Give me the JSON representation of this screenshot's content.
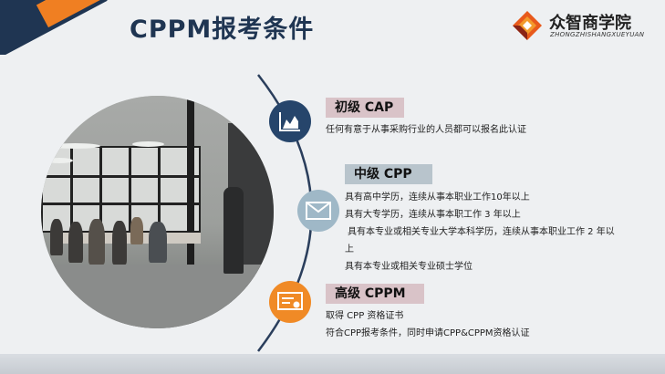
{
  "header": {
    "title": "CPPM报考条件"
  },
  "logo": {
    "name": "众智商学院",
    "subtitle": "ZHONGZHISHANGXUEYUAN"
  },
  "colors": {
    "navy": "#1f3552",
    "orange": "#f07f22",
    "light_blue": "#9fb8c7",
    "pink_tag": "#d9c3c8",
    "blue_tag": "#b8c4cc"
  },
  "sections": [
    {
      "label": "初级 CAP",
      "icon": "chart-icon",
      "lines": [
        "任何有意于从事采购行业的人员都可以报名此认证"
      ]
    },
    {
      "label": "中级 CPP",
      "icon": "mail-icon",
      "lines": [
        "具有高中学历，连续从事本职业工作10年以上",
        "具有大专学历，连续从事本职工作 3 年以上",
        "具有本专业或相关专业大学本科学历，连续从事本职业工作 2 年以",
        "上",
        "具有本专业或相关专业硕士学位"
      ]
    },
    {
      "label": "高级 CPPM",
      "icon": "certificate-icon",
      "lines": [
        "取得 CPP 资格证书",
        "符合CPP报考条件，同时申请CPP&CPPM资格认证"
      ]
    }
  ]
}
